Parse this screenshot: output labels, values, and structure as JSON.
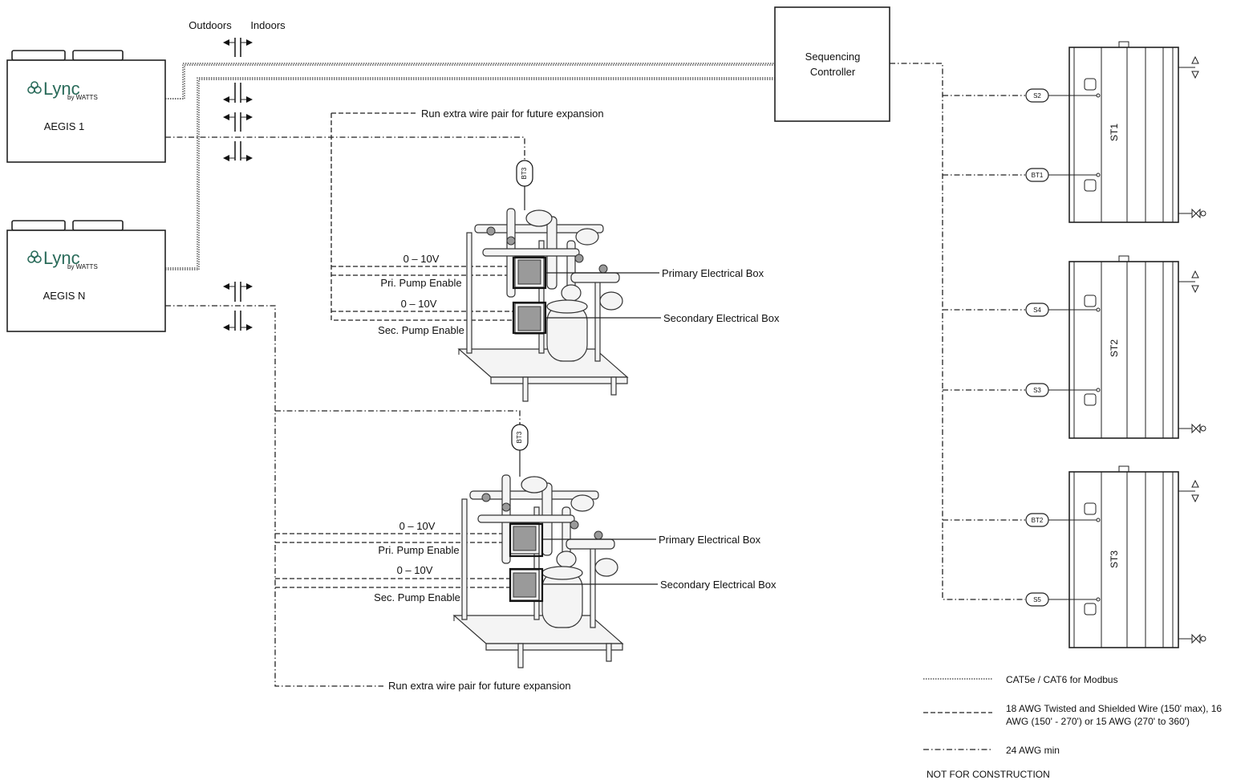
{
  "boilers": [
    {
      "brand": "Lync",
      "brand_sub": "by WATTS",
      "name": "AEGIS 1"
    },
    {
      "brand": "Lync",
      "brand_sub": "by WATTS",
      "name": "AEGIS N"
    }
  ],
  "zones": {
    "outdoors": "Outdoors",
    "indoors": "Indoors"
  },
  "controller": {
    "line1": "Sequencing",
    "line2": "Controller"
  },
  "pump_skids": [
    {
      "sensor": "BT3",
      "signal1": "0 – 10V",
      "enable1": "Pri. Pump Enable",
      "signal2": "0 – 10V",
      "enable2": "Sec. Pump Enable",
      "primary_box": "Primary Electrical Box",
      "secondary_box": "Secondary Electrical Box",
      "note": "Run extra wire pair for future expansion"
    },
    {
      "sensor": "BT3",
      "signal1": "0 – 10V",
      "enable1": "Pri. Pump Enable",
      "signal2": "0 – 10V",
      "enable2": "Sec. Pump Enable",
      "primary_box": "Primary Electrical Box",
      "secondary_box": "Secondary Electrical Box",
      "note": "Run extra wire pair for future expansion"
    }
  ],
  "tanks": [
    {
      "name": "ST1",
      "sensors": [
        "S2",
        "BT1"
      ]
    },
    {
      "name": "ST2",
      "sensors": [
        "S4",
        "S3"
      ]
    },
    {
      "name": "ST3",
      "sensors": [
        "BT2",
        "S5"
      ]
    }
  ],
  "legend": [
    {
      "style": "dotted",
      "text": "CAT5e / CAT6 for Modbus"
    },
    {
      "style": "dashed",
      "text": "18 AWG Twisted and Shielded Wire (150' max), 16",
      "text2": "AWG (150' - 270') or 15 AWG (270' to 360')"
    },
    {
      "style": "dashdot",
      "text": "24 AWG min"
    }
  ],
  "footer": "NOT FOR CONSTRUCTION"
}
